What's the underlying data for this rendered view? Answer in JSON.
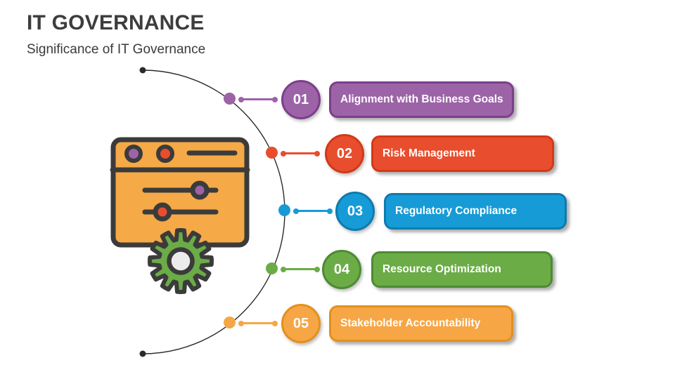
{
  "slide": {
    "title": "IT GOVERNANCE",
    "subtitle": "Significance of IT Governance"
  },
  "colors": {
    "title_text": "#3d3d3d",
    "outline_dark": "#3b3b3b",
    "arc_line": "#2b2b2b",
    "window_fill": "#f5a947",
    "gear_fill": "#6bac47",
    "gear_center_fill": "#ececec",
    "purple": "#9c63a7",
    "red": "#e84e2d",
    "blue": "#169bd7",
    "green": "#6bac47",
    "orange": "#f6a645"
  },
  "items": [
    {
      "number": "01",
      "label": "Alignment with Business Goals",
      "color": "#9c63a7",
      "border": "#7c3f8c"
    },
    {
      "number": "02",
      "label": "Risk Management",
      "color": "#e84e2d",
      "border": "#d13a17"
    },
    {
      "number": "03",
      "label": "Regulatory Compliance",
      "color": "#169bd7",
      "border": "#0e7bad"
    },
    {
      "number": "04",
      "label": "Resource Optimization",
      "color": "#6bac47",
      "border": "#4e8a33"
    },
    {
      "number": "05",
      "label": "Stakeholder Accountability",
      "color": "#f6a645",
      "border": "#e3901e"
    }
  ]
}
